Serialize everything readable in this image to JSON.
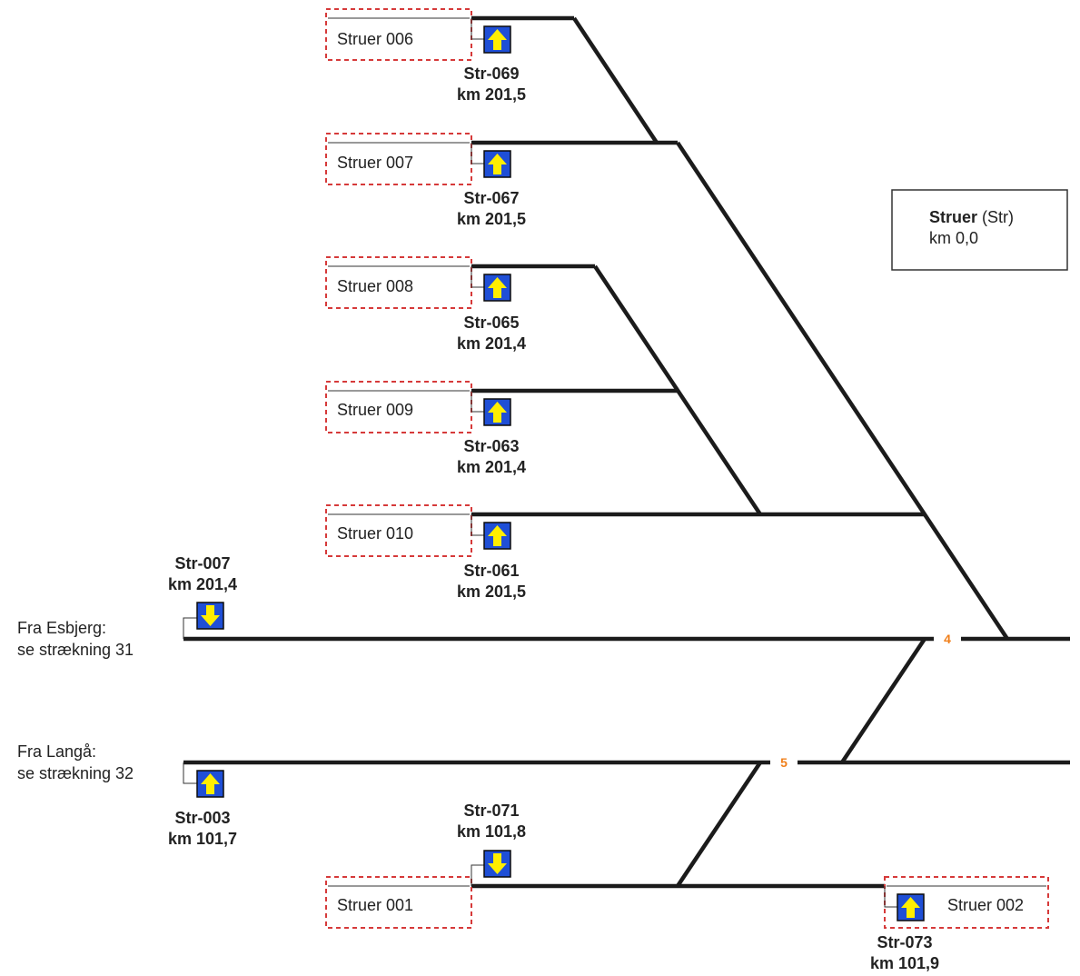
{
  "station": {
    "name": "Struer",
    "code": "(Str)",
    "km": "km 0,0"
  },
  "platforms": [
    {
      "label": "Struer 006"
    },
    {
      "label": "Struer 007"
    },
    {
      "label": "Struer 008"
    },
    {
      "label": "Struer 009"
    },
    {
      "label": "Struer 010"
    },
    {
      "label": "Struer 001"
    },
    {
      "label": "Struer 002"
    }
  ],
  "signals": [
    {
      "id": "Str-069",
      "km": "km 201,5",
      "direction": "up"
    },
    {
      "id": "Str-067",
      "km": "km 201,5",
      "direction": "up"
    },
    {
      "id": "Str-065",
      "km": "km 201,4",
      "direction": "up"
    },
    {
      "id": "Str-063",
      "km": "km 201,4",
      "direction": "up"
    },
    {
      "id": "Str-061",
      "km": "km 201,5",
      "direction": "up"
    },
    {
      "id": "Str-007",
      "km": "km 201,4",
      "direction": "down"
    },
    {
      "id": "Str-003",
      "km": "km 101,7",
      "direction": "up"
    },
    {
      "id": "Str-071",
      "km": "km 101,8",
      "direction": "down"
    },
    {
      "id": "Str-073",
      "km": "km 101,9",
      "direction": "up"
    }
  ],
  "routes": [
    {
      "line1": "Fra Esbjerg:",
      "line2": "se strækning 31"
    },
    {
      "line1": "Fra Langå:",
      "line2": "se strækning 32"
    }
  ],
  "switches": [
    "4",
    "5"
  ],
  "colors": {
    "track": "#1b1b1b",
    "signal_box": "#1f4fd6",
    "signal_arrow": "#ffee00",
    "platform_border": "#d63a3a",
    "switch_number": "#f07f1a"
  },
  "icons": {
    "signal_up": "arrow-up-icon",
    "signal_down": "arrow-down-icon"
  }
}
